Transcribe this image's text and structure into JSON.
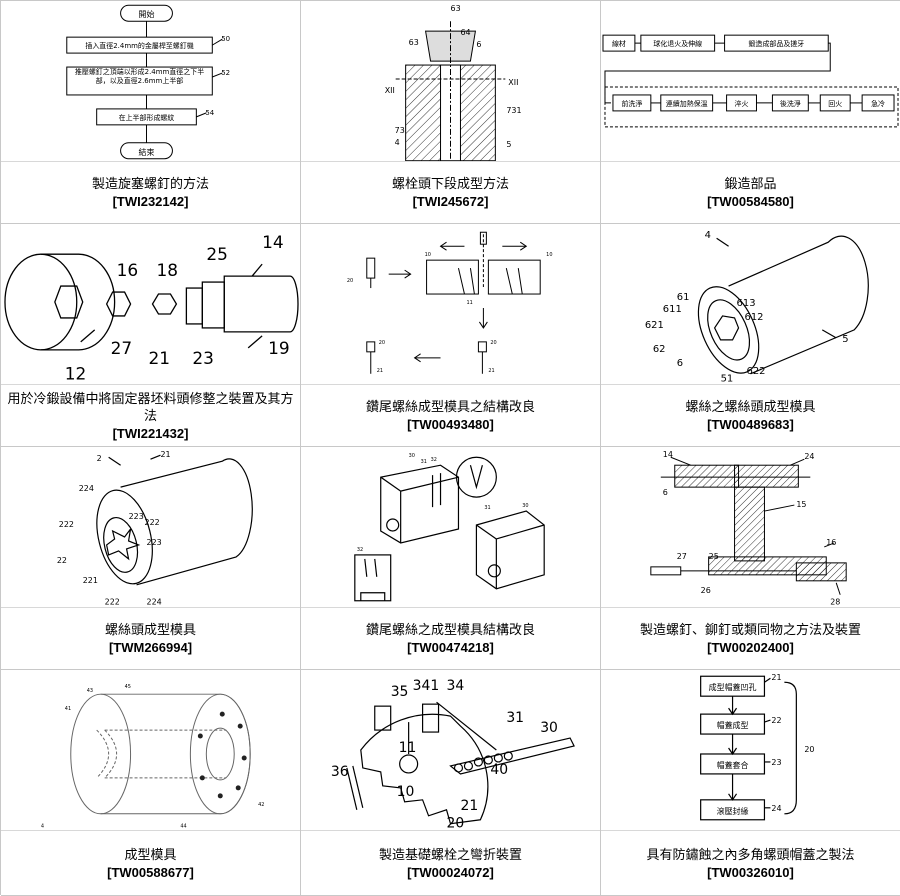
{
  "results": [
    {
      "title": "製造旋塞螺釘的方法",
      "code": "[TWI232142]",
      "flow": {
        "start": "開始",
        "step1": "插入直徑2.4mm的金屬桿至螺釘機",
        "step2": "推壓螺釘之頂端以形成2.4mm直徑之下半部，以及直徑2.6mm上半部",
        "step3": "在上半部形成螺紋",
        "end": "結束",
        "n1": "50",
        "n2": "52",
        "n3": "54"
      }
    },
    {
      "title": "螺栓頭下段成型方法",
      "code": "[TWI245672]",
      "labels": {
        "a": "63",
        "b": "64",
        "c": "6",
        "d": "63",
        "e": "XII",
        "f": "XII",
        "g": "731",
        "h": "73",
        "i": "4",
        "j": "5"
      }
    },
    {
      "title": "鍛造部品",
      "code": "[TW00584580]",
      "flow": {
        "b1": "線材",
        "b2": "球化退火及伸線",
        "b3": "鍛造成部品及搓牙",
        "b4": "前洗淨",
        "b5": "連續加熱保溫",
        "b6": "淬火",
        "b7": "後洗淨",
        "b8": "回火",
        "b9": "急冷"
      }
    },
    {
      "title": "用於冷鍛設備中將固定器坯料頭修整之裝置及其方法",
      "code": "[TWI221432]",
      "labels": {
        "a": "16",
        "b": "18",
        "c": "25",
        "d": "14",
        "e": "27",
        "f": "21",
        "g": "23",
        "h": "19",
        "i": "12"
      }
    },
    {
      "title": "鑽尾螺絲成型模具之結構改良",
      "code": "[TW00493480]",
      "labels": {
        "a": "20",
        "b": "10",
        "c": "10",
        "d": "11",
        "e": "20",
        "f": "21",
        "g": "20",
        "h": "21"
      }
    },
    {
      "title": "螺絲之螺絲頭成型模具",
      "code": "[TW00489683]",
      "labels": {
        "a": "4",
        "b": "61",
        "c": "611",
        "d": "613",
        "e": "612",
        "f": "621",
        "g": "62",
        "h": "6",
        "i": "622",
        "j": "51",
        "k": "5"
      }
    },
    {
      "title": "螺絲頭成型模具",
      "code": "[TWM266994]",
      "labels": {
        "a": "2",
        "b": "21",
        "c": "224",
        "d": "223",
        "e": "222",
        "f": "222",
        "g": "223",
        "h": "22",
        "i": "221",
        "j": "222",
        "k": "224"
      }
    },
    {
      "title": "鑽尾螺絲之成型模具結構改良",
      "code": "[TW00474218]",
      "labels": {
        "a": "30",
        "b": "31",
        "c": "32",
        "d": "30",
        "e": "31",
        "f": "32"
      }
    },
    {
      "title": "製造螺釘、鉚釘或類同物之方法及裝置",
      "code": "[TW00202400]",
      "labels": {
        "a": "14",
        "b": "24",
        "c": "6",
        "d": "15",
        "e": "16",
        "f": "27",
        "g": "25",
        "h": "26",
        "i": "28"
      }
    },
    {
      "title": "成型模具",
      "code": "[TW00588677]",
      "labels": {
        "a": "41",
        "b": "43",
        "c": "45",
        "d": "4",
        "e": "44",
        "f": "42"
      }
    },
    {
      "title": "製造基礎螺栓之彎折裝置",
      "code": "[TW00024072]",
      "labels": {
        "a": "35",
        "b": "341",
        "c": "34",
        "d": "31",
        "e": "30",
        "f": "11",
        "g": "36",
        "h": "10",
        "i": "40",
        "j": "21",
        "k": "20"
      }
    },
    {
      "title": "具有防鏽蝕之內多角螺頭帽蓋之製法",
      "code": "[TW00326010]",
      "flow": {
        "b1": "成型帽蓋凹孔",
        "b2": "帽蓋成型",
        "b3": "帽蓋套合",
        "b4": "滾壓封緣",
        "n1": "21",
        "n2": "22",
        "n3": "23",
        "n4": "24",
        "n5": "20"
      }
    }
  ]
}
